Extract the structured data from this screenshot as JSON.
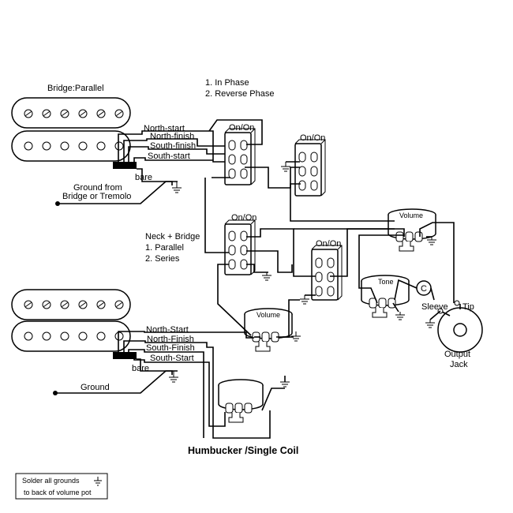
{
  "labels": {
    "bridge_pickup": "Bridge:Parallel",
    "phase_1": "1. In Phase",
    "phase_2": "2. Reverse Phase",
    "on_on_1": "On/On",
    "on_on_2": "On/On",
    "on_on_3": "On/On",
    "on_on_4": "On/On",
    "wire_north_start_b": "North-start",
    "wire_north_finish_b": "North-finish",
    "wire_south_finish_b": "South-finish",
    "wire_south_start_b": "South-start",
    "wire_bare_b": "bare",
    "ground_from_1": "Ground from",
    "ground_from_2": "Bridge or Tremolo",
    "neck_bridge": "Neck + Bridge",
    "nb_1": "1. Parallel",
    "nb_2": "2. Series",
    "volume_1": "Volume",
    "tone": "Tone",
    "cap": "C",
    "sleeve": "Sleeve",
    "tip": "Tip",
    "output_1": "Output",
    "output_2": "Jack",
    "wire_north_start_n": "North-Start",
    "wire_north_finish_n": "North-Finish",
    "wire_south_finish_n": "South-Finish",
    "wire_south_start_n": "South-Start",
    "wire_bare_n": "bare",
    "volume_2": "Volume",
    "ground": "Ground",
    "title": "Humbucker /Single Coil",
    "note_1": "Solder all grounds",
    "note_2": "to back of volume pot"
  },
  "bridge_pole_screws": 6,
  "neck_pole_screws": 6
}
